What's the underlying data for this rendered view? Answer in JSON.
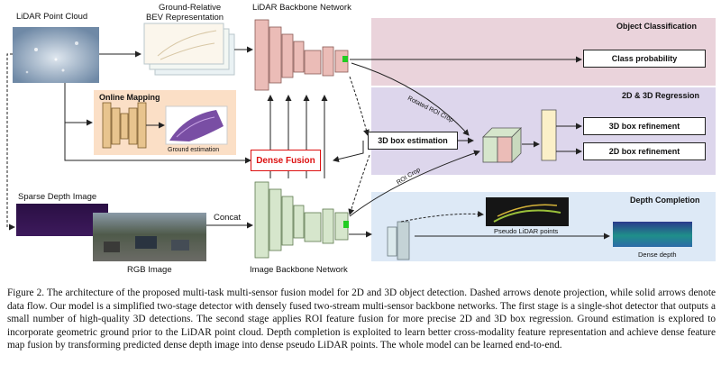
{
  "figure": {
    "inputs": {
      "lidar_point_cloud": "LiDAR Point Cloud",
      "bev_representation_line1": "Ground-Relative",
      "bev_representation_line2": "BEV Representation",
      "sparse_depth_image": "Sparse Depth Image",
      "rgb_image": "RGB Image"
    },
    "networks": {
      "lidar_backbone": "LiDAR Backbone Network",
      "image_backbone": "Image Backbone Network"
    },
    "online_mapping": {
      "title": "Online Mapping",
      "ground_estimation": "Ground estimation"
    },
    "fusion": {
      "dense_fusion": "Dense Fusion",
      "concat": "Concat"
    },
    "box_estimation": "3D box estimation",
    "roi": {
      "rotated_roi_crop": "Rotated ROI Crop",
      "roi_crop": "ROI Crop"
    },
    "panels": {
      "object_classification": {
        "title": "Object Classification",
        "output": "Class probability"
      },
      "regression": {
        "title": "2D & 3D Regression",
        "output_3d": "3D box refinement",
        "output_2d": "2D box refinement"
      },
      "depth_completion": {
        "title": "Depth Completion",
        "pseudo_lidar": "Pseudo LiDAR points",
        "dense_depth": "Dense depth"
      }
    },
    "colors": {
      "classification_panel": "#ead3db",
      "regression_panel": "#ddd6ec",
      "depth_panel": "#dde9f6",
      "lidar_backbone": "#ebbcb7",
      "image_backbone": "#d6e6cc",
      "online_mapping_bg": "#fbdfc6",
      "mapping_blocks": "#e8c48e",
      "fusion_red": "#dd1111",
      "roi_green": "#22cc22"
    }
  },
  "caption": "Figure 2. The architecture of the proposed multi-task multi-sensor fusion model for 2D and 3D object detection. Dashed arrows denote projection, while solid arrows denote data flow. Our model is a simplified two-stage detector with densely fused two-stream multi-sensor backbone networks. The first stage is a single-shot detector that outputs a small number of high-quality 3D detections. The second stage applies ROI feature fusion for more precise 2D and 3D box regression. Ground estimation is explored to incorporate geometric ground prior to the LiDAR point cloud. Depth completion is exploited to learn better cross-modality feature representation and achieve dense feature map fusion by transforming predicted dense depth image into dense pseudo LiDAR points. The whole model can be learned end-to-end."
}
